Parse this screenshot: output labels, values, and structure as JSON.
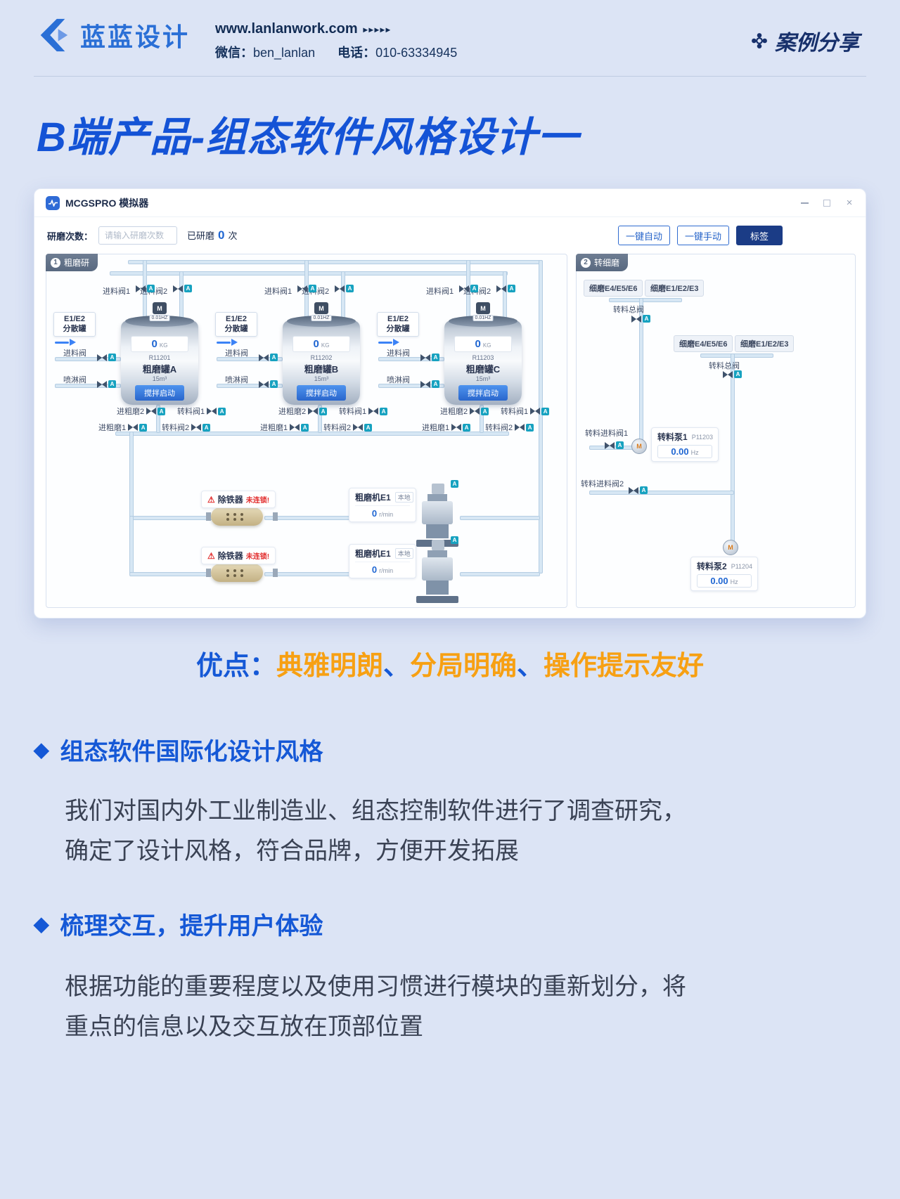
{
  "header": {
    "logo_text": "蓝蓝设计",
    "website": "www.lanlanwork.com",
    "website_arrows": "▸▸▸▸▸",
    "wechat_label": "微信：",
    "wechat_value": "ben_lanlan",
    "phone_label": "电话：",
    "phone_value": "010-63334945",
    "case_share": "案例分享"
  },
  "page_title": "B端产品-组态软件风格设计一",
  "window": {
    "title": "MCGSPRO 模拟器"
  },
  "toolbar": {
    "count_label": "研磨次数：",
    "input_placeholder": "请输入研磨次数",
    "done_prefix": "已研磨",
    "done_value": "0",
    "done_suffix": "次",
    "btn_auto": "一键自动",
    "btn_manual": "一键手动",
    "btn_tag": "标签"
  },
  "coarse": {
    "badge": "1",
    "title": "粗磨研",
    "labels": {
      "feed1": "进料阀1",
      "feed2": "进料阀2",
      "disp1": "E1/E2",
      "disp2": "分散罐",
      "feed": "进料阀",
      "spray": "喷淋阀",
      "in2": "进粗磨2",
      "in1": "进粗磨1",
      "tv1": "转料阀1",
      "tv2": "转料阀2",
      "hz": "0.01HZ",
      "kg_value": "0",
      "kg_unit": "KG",
      "stir": "搅拌启动"
    },
    "tanks": [
      {
        "code": "R11201",
        "name": "粗磨罐A",
        "volume": "15m³"
      },
      {
        "code": "R11202",
        "name": "粗磨罐B",
        "volume": "15m³"
      },
      {
        "code": "R11203",
        "name": "粗磨罐C",
        "volume": "15m³"
      }
    ],
    "deironer": {
      "name": "除铁器",
      "status": "未连锁!"
    },
    "grinder": {
      "name": "粗磨机E1",
      "mode": "本地",
      "value": "0",
      "unit": "r/min"
    }
  },
  "fine": {
    "badge": "2",
    "title": "转细磨",
    "chip_a": "细磨E4/E5/E6",
    "chip_b": "细磨E1/E2/E3",
    "total_valve": "转料总阀",
    "feed1": "转料进料阀1",
    "feed2": "转料进料阀2",
    "pump1": {
      "name": "转料泵1",
      "code": "P11203",
      "value": "0.00",
      "unit": "Hz"
    },
    "pump2": {
      "name": "转料泵2",
      "code": "P11204",
      "value": "0.00",
      "unit": "Hz"
    }
  },
  "icons": {
    "valve_badge": "A",
    "motor": "M",
    "warning": "⚠",
    "close": "×"
  },
  "advantages": {
    "label": "优点：",
    "sep": "、",
    "parts": [
      "典雅明朗",
      "分局明确",
      "操作提示友好"
    ]
  },
  "sections": [
    {
      "bullet": "◆",
      "title": "组态软件国际化设计风格",
      "lines": [
        "我们对国内外工业制造业、组态控制软件进行了调查研究，",
        "确定了设计风格，符合品牌，方便开发拓展"
      ]
    },
    {
      "bullet": "◆",
      "title": "梳理交互，提升用户体验",
      "lines": [
        "根据功能的重要程度以及使用习惯进行模块的重新划分，将",
        "重点的信息以及交互放在顶部位置"
      ]
    }
  ],
  "colors": {
    "accent_blue": "#1558d6",
    "accent_orange": "#f7a013",
    "alarm_red": "#e23030",
    "valve_teal": "#17a2c0"
  }
}
